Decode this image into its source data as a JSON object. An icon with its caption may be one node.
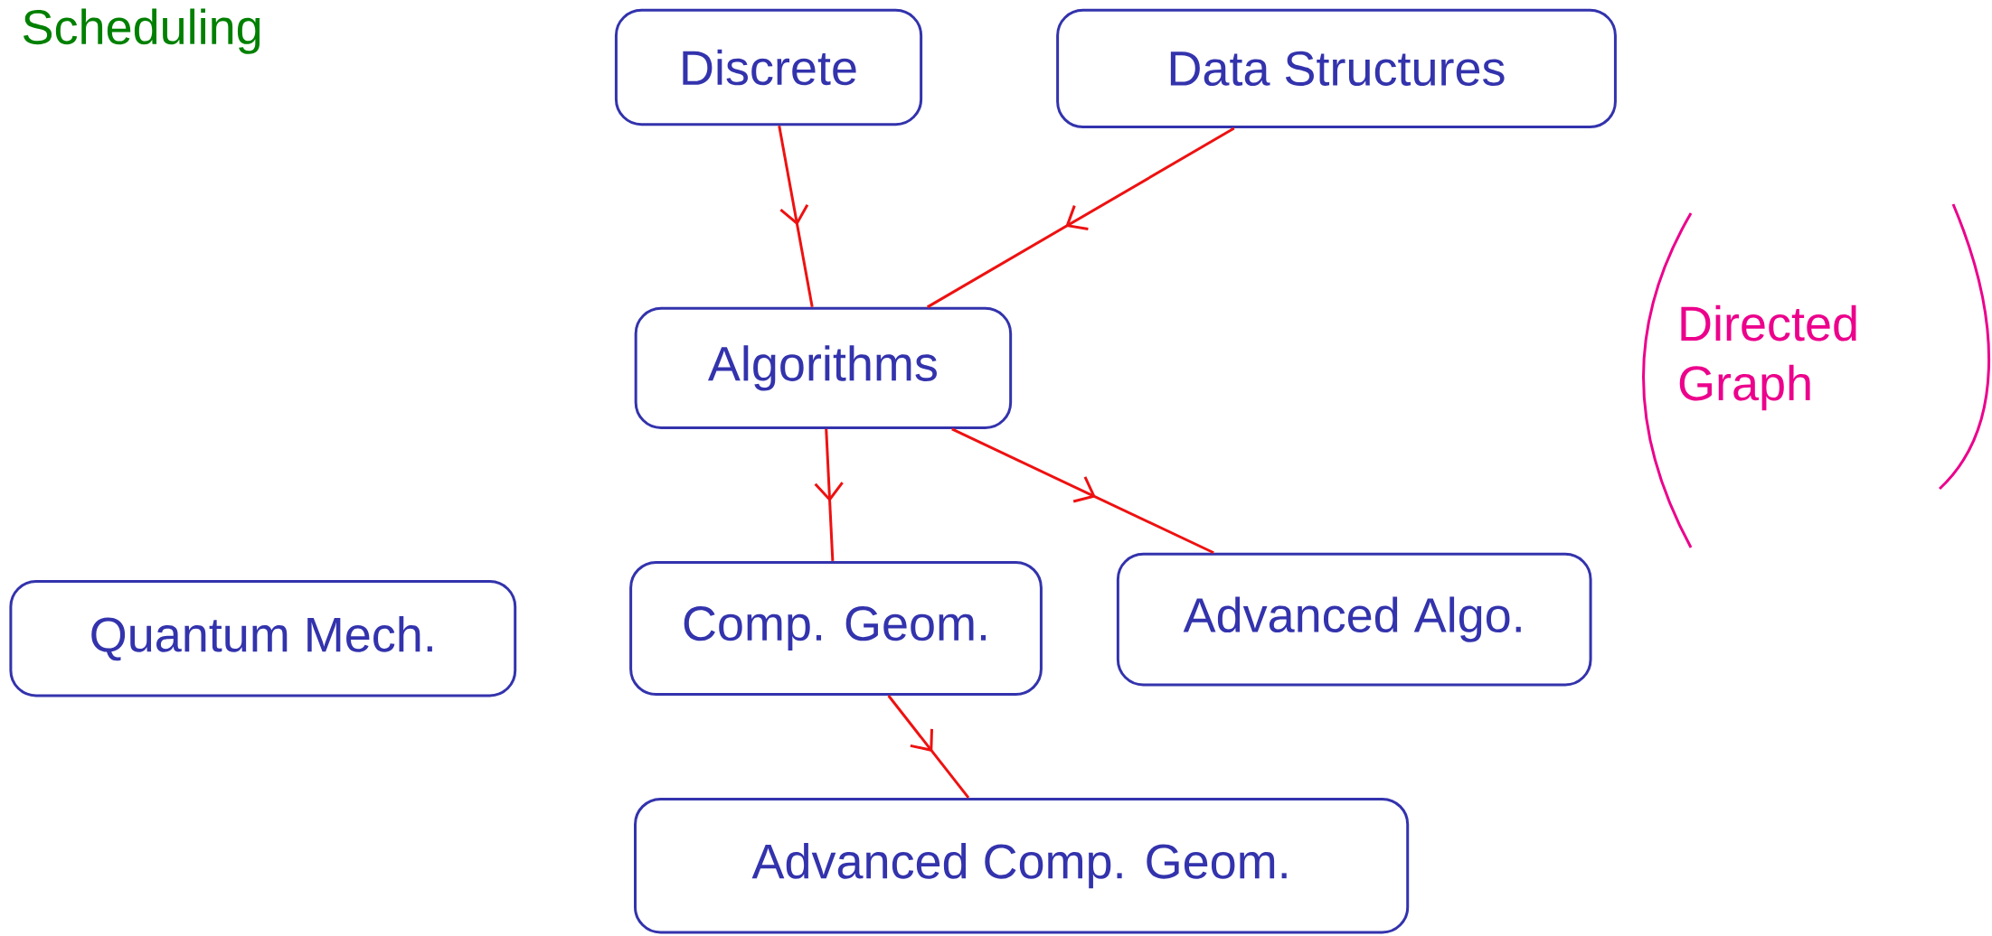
{
  "diagram": {
    "nodes": [
      {
        "text": [
          "Discrete"
        ]
      },
      {
        "text": [
          "Data Structures"
        ]
      },
      {
        "text": [
          "Algorithms"
        ]
      },
      {
        "text": [
          "Quantum Mech."
        ]
      },
      {
        "text": [
          "Comp. Geom."
        ]
      },
      {
        "text": [
          "Advanced Algo."
        ]
      },
      {
        "text": [
          "Advanced Comp. Geom."
        ]
      }
    ],
    "edges": [
      {
        "from": 0,
        "to": 2,
        "arrow": "to"
      },
      {
        "from": 1,
        "to": 2,
        "arrow": "to"
      },
      {
        "from": 2,
        "to": 4,
        "arrow": "to"
      },
      {
        "from": 2,
        "to": 5,
        "arrow": "to"
      },
      {
        "from": 4,
        "to": 6,
        "arrow": "to"
      }
    ],
    "labels": [
      "Scheduling",
      "Directed Graph"
    ]
  }
}
